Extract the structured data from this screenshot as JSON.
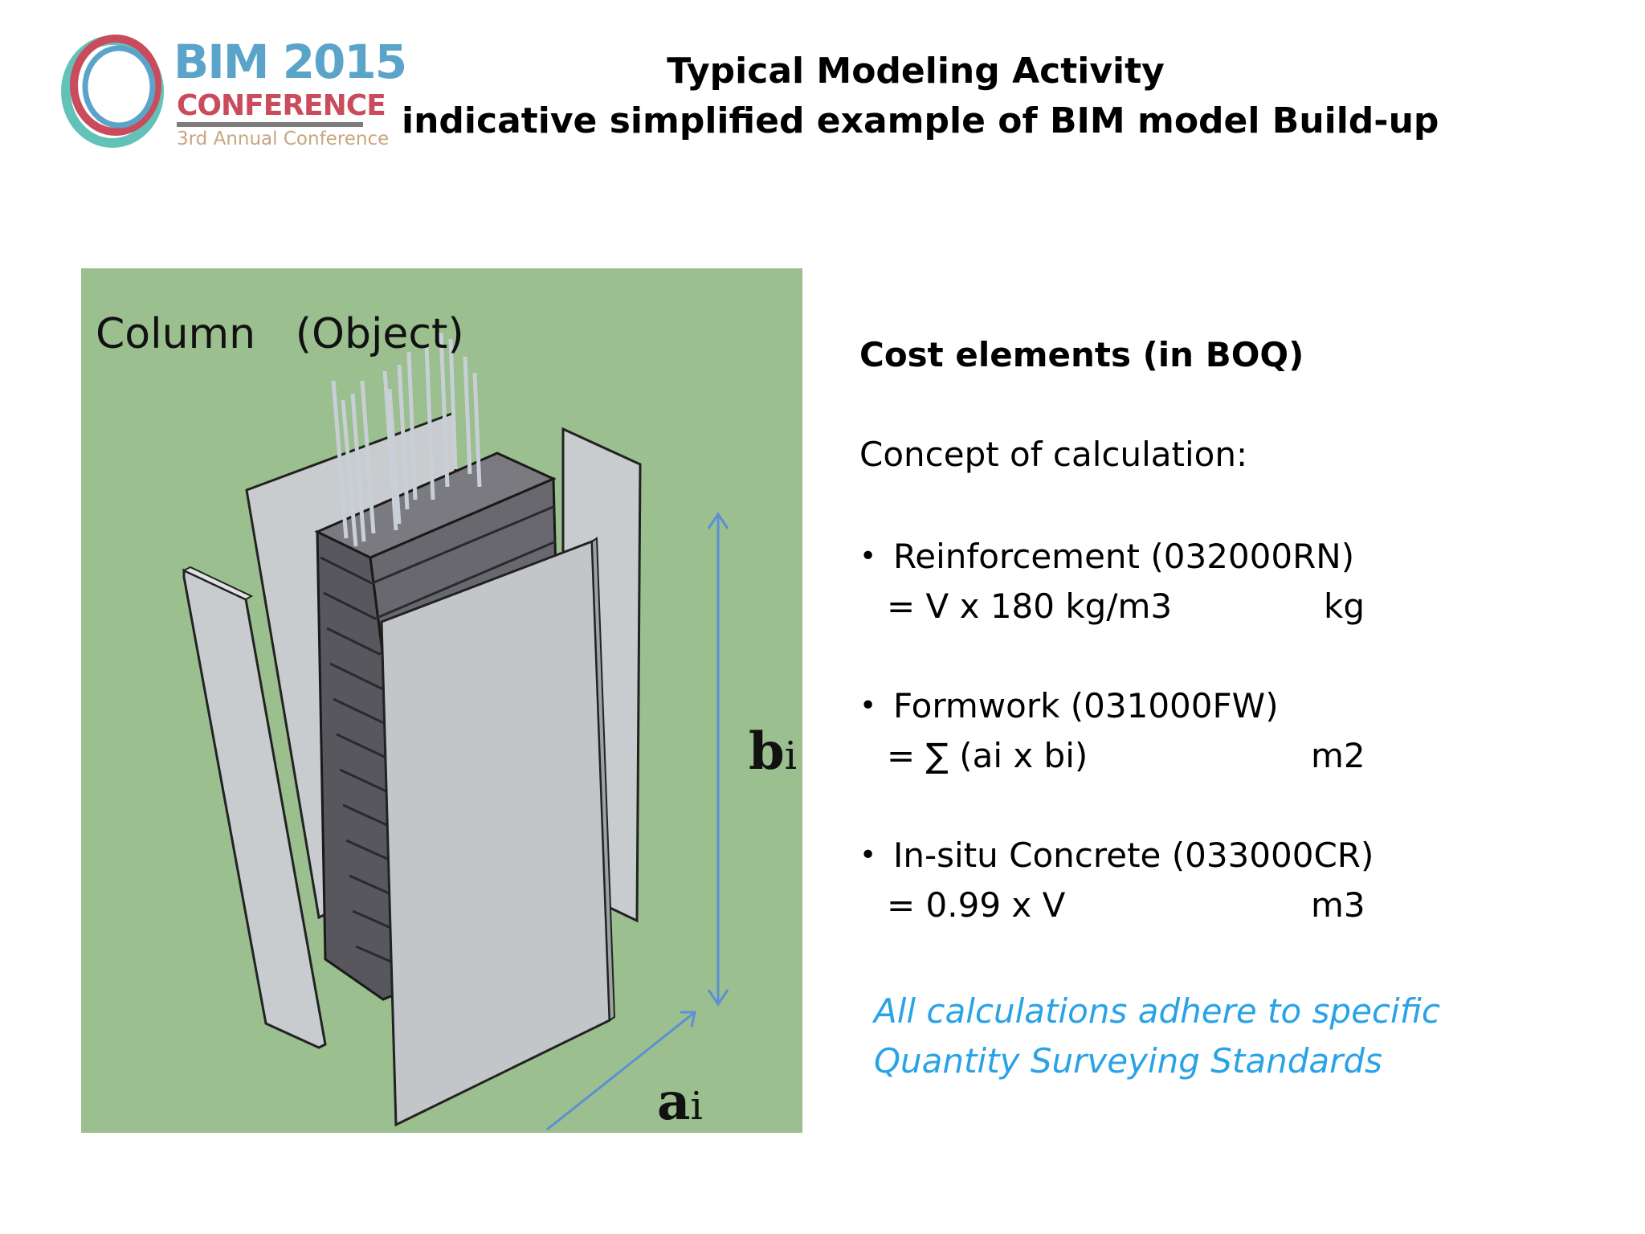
{
  "logo": {
    "title": "BIM 2015",
    "subtitle": "CONFERENCE",
    "tagline": "3rd Annual Conference",
    "colors": {
      "ring_outer": "#c94b5c",
      "ring_inner": "#5ba4c9",
      "ring_teal": "#62c2b8",
      "bim_text": "#5ba4c9",
      "conference_text": "#c94b5c",
      "tagline_text": "#c7a57f"
    }
  },
  "title": {
    "line1": "Typical Modeling Activity",
    "line2": "indicative simplified example of BIM model Build-up"
  },
  "figure": {
    "label": "Column   (Object)",
    "dimension_b": {
      "main": "b",
      "sub": "i"
    },
    "dimension_a": {
      "main": "a",
      "sub": "i"
    },
    "colors": {
      "background": "#9bbf8f",
      "formwork_panel": "#c9ccce",
      "concrete_column": "#5c5c62",
      "rebar": "#c8cfd6",
      "dimension_arrow": "#5d8fd4"
    }
  },
  "content": {
    "heading": "Cost elements (in BOQ)",
    "concept": "Concept of calculation:",
    "items": [
      {
        "bullet": "•",
        "name": "Reinforcement (032000RN)",
        "formula": "= V x 180 kg/m3",
        "unit": "kg"
      },
      {
        "bullet": "•",
        "name": "Formwork (031000FW)",
        "formula": "= ∑ (ai x bi)",
        "unit": "m2"
      },
      {
        "bullet": "•",
        "name": "In-situ Concrete  (033000CR)",
        "formula": "= 0.99 x V",
        "unit": "m3"
      }
    ],
    "note_line1": "All calculations adhere to specific",
    "note_line2": "Quantity Surveying Standards",
    "note_color": "#2aa3e6"
  }
}
